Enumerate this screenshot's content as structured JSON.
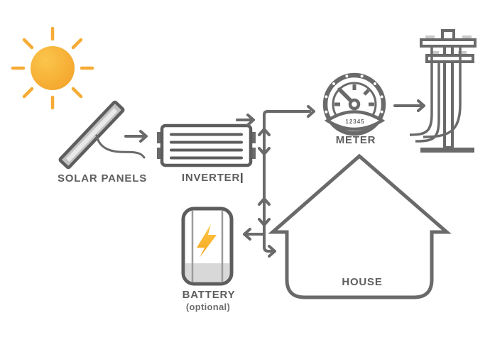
{
  "diagram": {
    "nodes": {
      "solar_panels": {
        "label": "SOLAR PANELS"
      },
      "inverter": {
        "label": "INVERTER"
      },
      "meter": {
        "label": "METER",
        "reading": "12345"
      },
      "house": {
        "label": "HOUSE"
      },
      "battery": {
        "label": "BATTERY",
        "sublabel": "(optional)"
      }
    },
    "icons": [
      "sun-icon",
      "solar-panel-icon",
      "inverter-icon",
      "gauge-meter-icon",
      "power-grid-pole-icon",
      "house-icon",
      "battery-icon",
      "lightning-bolt-icon"
    ],
    "connections": [
      {
        "from": "solar-panels",
        "to": "inverter",
        "type": "one-way"
      },
      {
        "from": "inverter",
        "to": "junction-bus",
        "type": "one-way"
      },
      {
        "from": "junction-bus",
        "to": "meter",
        "type": "one-way"
      },
      {
        "from": "meter",
        "to": "power-grid",
        "type": "one-way"
      },
      {
        "from": "junction-bus",
        "to": "battery",
        "type": "two-way"
      },
      {
        "from": "junction-bus",
        "to": "house",
        "type": "one-way"
      }
    ],
    "colors": {
      "line_gray": "#6A6A6A",
      "outline_dark_gray": "#5D5D5D",
      "text_gray": "#5E5E5E",
      "panel_fill_gray": "#C2C2C2",
      "battery_band_gray": "#D8D8D8",
      "insulator_gray": "#C9C9C9",
      "sun_yellow": "#FBC445",
      "sun_orange": "#F4A42B",
      "ray_yellow": "#F5AC36",
      "bolt_top": "#FDC845",
      "bolt_bottom": "#F6A51F"
    }
  }
}
